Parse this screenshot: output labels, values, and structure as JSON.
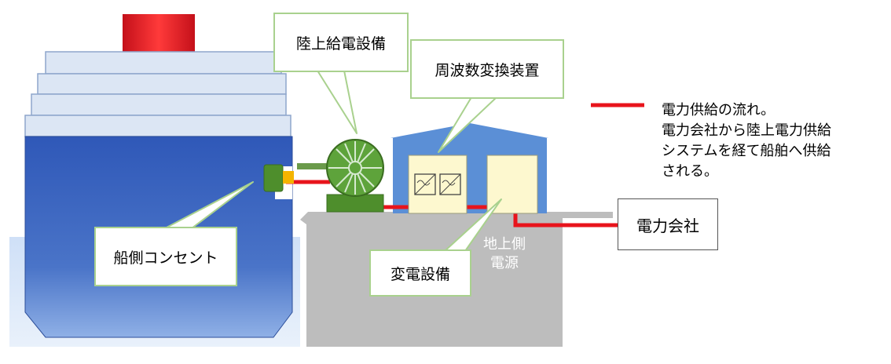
{
  "labels": {
    "shore_power_equipment": "陸上給電設備",
    "frequency_converter": "周波数変換装置",
    "ship_outlet": "船側コンセント",
    "substation": "変電設備",
    "ground_side_line1": "地上側",
    "ground_side_line2": "電源",
    "power_company": "電力会社"
  },
  "legend": {
    "line1": "電力供給の流れ。",
    "line2": "電力会社から陸上電力供給",
    "line3": "システムを経て船舶へ供給",
    "line4": "される。"
  },
  "colors": {
    "power_flow": "#e8141c",
    "ship_hull": "#3a63c0",
    "callout_border": "#a9d18e",
    "building": "#5b8fd6",
    "ground": "#bdbdbd",
    "generator": "#5ea33b"
  }
}
